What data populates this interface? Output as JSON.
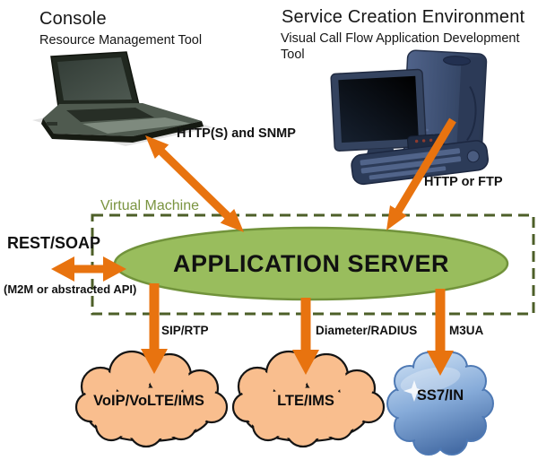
{
  "console": {
    "title": "Console",
    "subtitle": "Resource Management Tool"
  },
  "sce": {
    "title": "Service Creation Environment",
    "subtitle": "Visual Call Flow Application Development Tool"
  },
  "vm": {
    "label": "Virtual Machine",
    "server_label": "APPLICATION SERVER"
  },
  "links": {
    "console_server": "HTTP(S) and SNMP",
    "sce_server": "HTTP or FTP",
    "rest_soap": "REST/SOAP",
    "rest_soap_note": "(M2M or abstracted API)",
    "sip_rtp": "SIP/RTP",
    "diameter_radius": "Diameter/RADIUS",
    "m3ua": "M3UA"
  },
  "clouds": [
    {
      "label": "VoIP/VoLTE/IMS"
    },
    {
      "label": "LTE/IMS"
    },
    {
      "label": "SS7/IN"
    }
  ],
  "colors": {
    "accent_orange": "#E8730F",
    "server_green": "#99BD5D",
    "server_border": "#71933B",
    "vm_label_olive": "#7A9440",
    "vm_border_olive": "#4D5F28",
    "cloud_orange": "#F9BE8E",
    "cloud_blue_light": "#C2D8F0",
    "cloud_blue_dark": "#3F66A0"
  }
}
